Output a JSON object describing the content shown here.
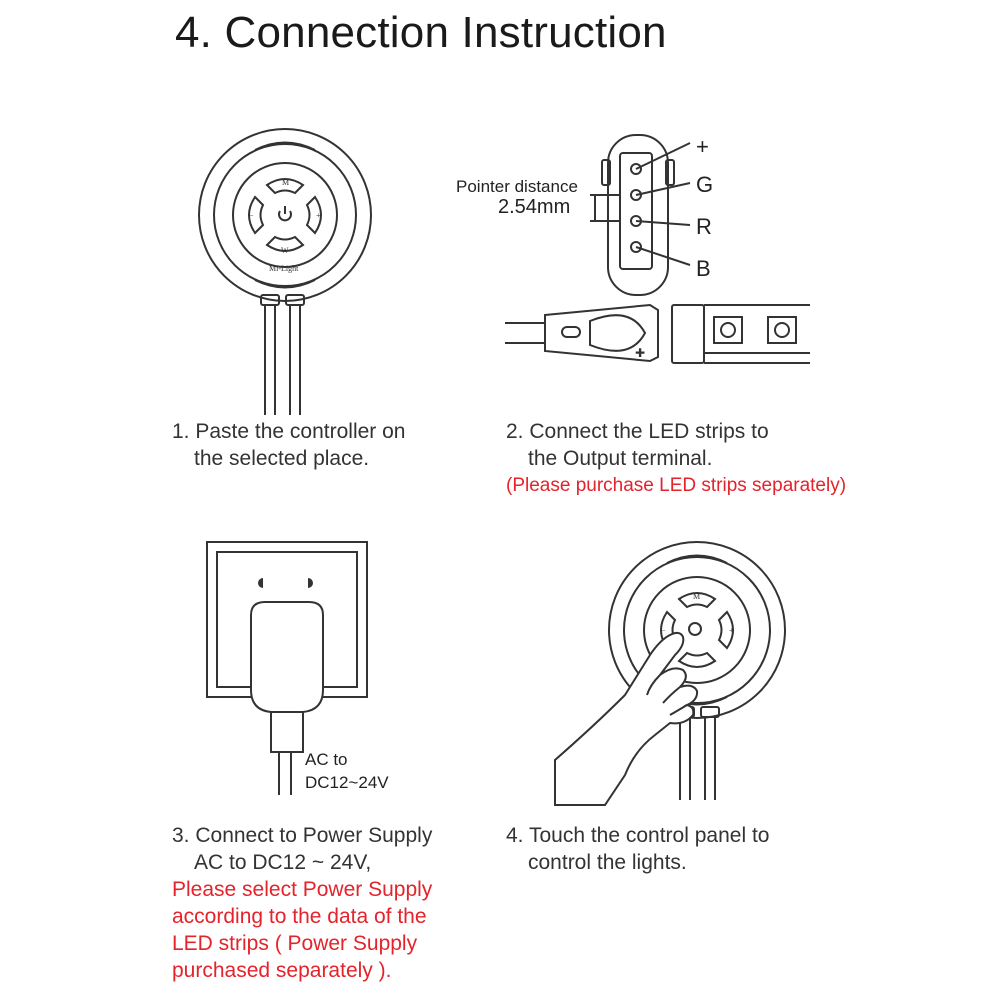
{
  "title": "4. Connection Instruction",
  "step1": {
    "line1": "1. Paste the controller on",
    "line2": "the selected place."
  },
  "step2": {
    "line1": "2. Connect the LED strips to",
    "line2": "the Output terminal.",
    "note": "(Please purchase LED strips separately)",
    "pointer_label": "Pointer distance",
    "pointer_value": "2.54mm",
    "pins": [
      "+",
      "G",
      "R",
      "B"
    ]
  },
  "step3": {
    "line1": "3. Connect to Power Supply",
    "line2": "AC to DC12 ~ 24V,",
    "note_lines": [
      "Please select Power Supply",
      "according to the data of the",
      "LED strips ( Power Supply",
      "purchased separately )."
    ],
    "adapter_line1": "AC to",
    "adapter_line2": "DC12~24V"
  },
  "step4": {
    "line1": "4. Touch the control panel to",
    "line2": "control the lights."
  },
  "controller": {
    "btn_top": "M",
    "btn_bottom": "W",
    "btn_left": "−",
    "btn_right": "+",
    "brand": "Mi-Light"
  },
  "icons": {
    "power": "power-icon",
    "hand": "hand-icon",
    "socket": "wall-socket-icon"
  }
}
